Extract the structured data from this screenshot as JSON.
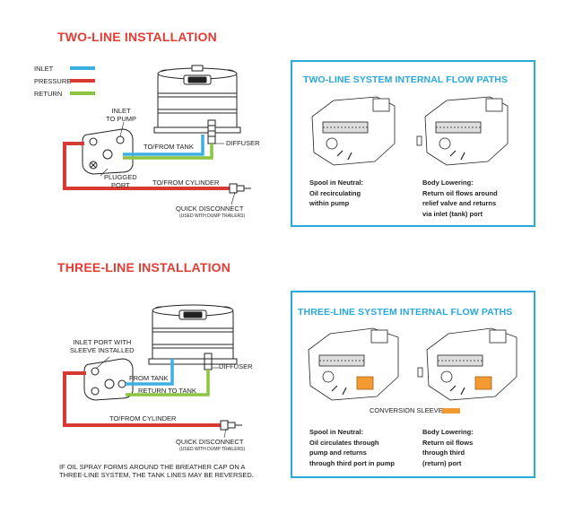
{
  "colors": {
    "inlet": "#3cb0e0",
    "pressure": "#d63a33",
    "return": "#8cc43e",
    "sleeve": "#f39a32",
    "accent_red": "#e23c35",
    "accent_blue": "#29a8dc"
  },
  "two_line": {
    "title": "TWO-LINE INSTALLATION",
    "legend": [
      {
        "label": "INLET",
        "color": "#3cb0e0"
      },
      {
        "label": "PRESSURE",
        "color": "#d63a33"
      },
      {
        "label": "RETURN",
        "color": "#8cc43e"
      }
    ],
    "labels": {
      "inlet_to_pump": "INLET\nTO PUMP",
      "to_from_tank": "TO/FROM TANK",
      "diffuser": "DIFFUSER",
      "plugged_port": "PLUGGED\nPORT",
      "to_from_cylinder": "TO/FROM CYLINDER",
      "quick_disconnect": "QUICK DISCONNECT",
      "dump_note": "(USED WITH DUMP TRAILERS)"
    },
    "panel": {
      "title": "TWO-LINE SYSTEM INTERNAL FLOW PATHS",
      "caption_left": "Spool in Neutral:\nOil recirculating\nwithin pump",
      "caption_right": "Body Lowering:\nReturn oil flows around\nrelief valve and returns\nvia inlet (tank) port"
    }
  },
  "three_line": {
    "title": "THREE-LINE INSTALLATION",
    "labels": {
      "inlet_port_sleeve": "INLET PORT WITH\nSLEEVE INSTALLED",
      "from_tank": "FROM TANK",
      "return_to_tank": "RETURN TO TANK",
      "diffuser": "DIFFUSER",
      "to_from_cylinder": "TO/FROM CYLINDER",
      "quick_disconnect": "QUICK DISCONNECT",
      "dump_note": "(USED WITH DUMP TRAILERS)"
    },
    "note": "IF OIL SPRAY FORMS AROUND THE BREATHER CAP ON A\nTHREE-LINE SYSTEM, THE TANK LINES MAY BE REVERSED.",
    "panel": {
      "title": "THREE-LINE SYSTEM INTERNAL FLOW PATHS",
      "legend_label": "CONVERSION SLEEVE",
      "caption_left": "Spool in Neutral:\nOil circulates through\npump and returns\nthrough third port in pump",
      "caption_right": "Body Lowering:\nReturn oil flows\nthrough third\n(return) port"
    }
  }
}
